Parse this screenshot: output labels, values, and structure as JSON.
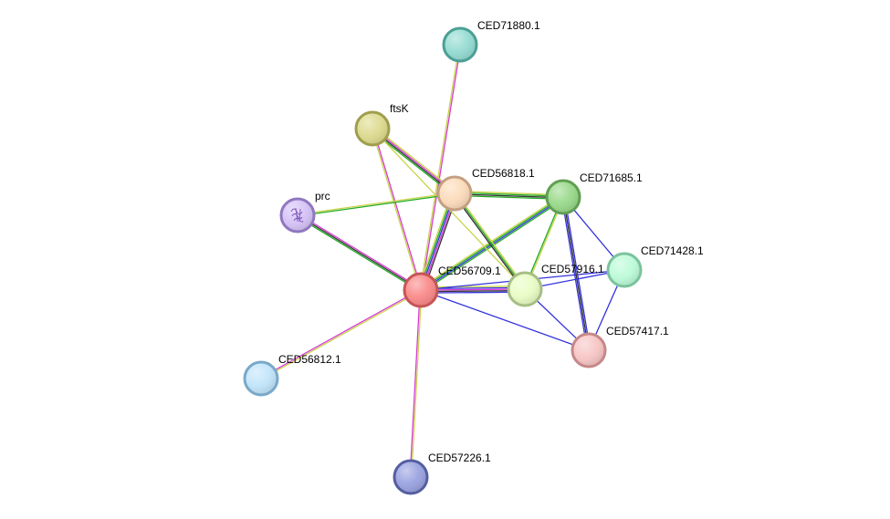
{
  "network": {
    "nodes": [
      {
        "id": "CED56709.1",
        "label": "CED56709.1",
        "fill": "#fa8a8a",
        "stroke": "#c65555"
      },
      {
        "id": "CED71880.1",
        "label": "CED71880.1",
        "fill": "#96dcd3",
        "stroke": "#4b9f95"
      },
      {
        "id": "ftsK",
        "label": "ftsK",
        "fill": "#dddb8f",
        "stroke": "#a09d4d"
      },
      {
        "id": "CED56818.1",
        "label": "CED56818.1",
        "fill": "#fcdcbb",
        "stroke": "#c3a083"
      },
      {
        "id": "CED71685.1",
        "label": "CED71685.1",
        "fill": "#9ad98b",
        "stroke": "#5f9f52"
      },
      {
        "id": "prc",
        "label": "prc",
        "fill": "#d6c3f7",
        "stroke": "#8f78bf"
      },
      {
        "id": "CED71428.1",
        "label": "CED71428.1",
        "fill": "#bdfbd9",
        "stroke": "#7bc39c"
      },
      {
        "id": "CED57916.1",
        "label": "CED57916.1",
        "fill": "#e9fdc5",
        "stroke": "#a7be86"
      },
      {
        "id": "CED57417.1",
        "label": "CED57417.1",
        "fill": "#f7c6c6",
        "stroke": "#c68888"
      },
      {
        "id": "CED56812.1",
        "label": "CED56812.1",
        "fill": "#c2e5fa",
        "stroke": "#7aa8c8"
      },
      {
        "id": "CED57226.1",
        "label": "CED57226.1",
        "fill": "#9ba3e0",
        "stroke": "#545fa0"
      }
    ],
    "edges": [
      {
        "source": "CED56709.1",
        "target": "CED71880.1",
        "colors": [
          "#c9d44a",
          "#d63bd6"
        ]
      },
      {
        "source": "CED56709.1",
        "target": "ftsK",
        "colors": [
          "#c9d44a",
          "#d63bd6"
        ]
      },
      {
        "source": "CED56709.1",
        "target": "CED56818.1",
        "colors": [
          "#c9d44a",
          "#22aa22",
          "#3333dd",
          "#d63bd6",
          "#333333"
        ]
      },
      {
        "source": "CED56709.1",
        "target": "CED71685.1",
        "colors": [
          "#c9d44a",
          "#22aa22",
          "#3333dd",
          "#22aa22"
        ]
      },
      {
        "source": "CED56709.1",
        "target": "prc",
        "colors": [
          "#22aa22",
          "#333333",
          "#d63bd6"
        ]
      },
      {
        "source": "CED56709.1",
        "target": "CED57916.1",
        "colors": [
          "#c9d44a",
          "#3333dd",
          "#d63bd6",
          "#333333",
          "#3333dd"
        ]
      },
      {
        "source": "CED56709.1",
        "target": "CED71428.1",
        "colors": [
          "#3333dd"
        ]
      },
      {
        "source": "CED56709.1",
        "target": "CED57417.1",
        "colors": [
          "#3333dd"
        ]
      },
      {
        "source": "CED56709.1",
        "target": "CED56812.1",
        "colors": [
          "#c9d44a",
          "#d63bd6"
        ]
      },
      {
        "source": "CED56709.1",
        "target": "CED57226.1",
        "colors": [
          "#c9d44a",
          "#d63bd6"
        ]
      },
      {
        "source": "ftsK",
        "target": "CED56818.1",
        "colors": [
          "#c9d44a",
          "#d63bd6",
          "#333333",
          "#22aa22"
        ]
      },
      {
        "source": "ftsK",
        "target": "CED57916.1",
        "colors": [
          "#c9d44a"
        ]
      },
      {
        "source": "prc",
        "target": "CED56818.1",
        "colors": [
          "#c9d44a",
          "#22aa22"
        ]
      },
      {
        "source": "CED56818.1",
        "target": "CED71685.1",
        "colors": [
          "#c9d44a",
          "#22aa22",
          "#333333",
          "#22aa22"
        ]
      },
      {
        "source": "CED56818.1",
        "target": "CED57916.1",
        "colors": [
          "#c9d44a",
          "#22aa22",
          "#333333"
        ]
      },
      {
        "source": "CED71685.1",
        "target": "CED57916.1",
        "colors": [
          "#c9d44a",
          "#22aa22"
        ]
      },
      {
        "source": "CED71685.1",
        "target": "CED71428.1",
        "colors": [
          "#3333dd"
        ]
      },
      {
        "source": "CED71685.1",
        "target": "CED57417.1",
        "colors": [
          "#3333dd",
          "#333333",
          "#3333dd"
        ]
      },
      {
        "source": "CED57916.1",
        "target": "CED71428.1",
        "colors": [
          "#3333dd"
        ]
      },
      {
        "source": "CED57916.1",
        "target": "CED57417.1",
        "colors": [
          "#3333dd"
        ]
      },
      {
        "source": "CED71428.1",
        "target": "CED57417.1",
        "colors": [
          "#3333dd"
        ]
      }
    ]
  }
}
